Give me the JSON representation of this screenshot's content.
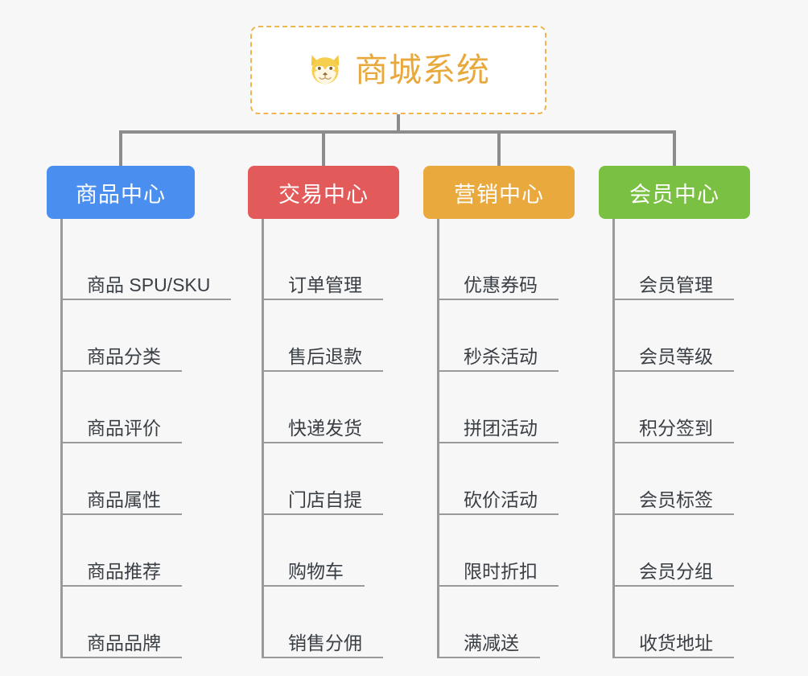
{
  "page": {
    "background_color": "#f7f7f7",
    "line_color": "#8c8c8c"
  },
  "root": {
    "title": "商城系统",
    "icon": "shiba-dog-icon",
    "text_color": "#e8a83c",
    "border_color": "#f0b450"
  },
  "branches": [
    {
      "label": "商品中心",
      "color": "#4a8ef0",
      "items": [
        "商品 SPU/SKU",
        "商品分类",
        "商品评价",
        "商品属性",
        "商品推荐",
        "商品品牌"
      ]
    },
    {
      "label": "交易中心",
      "color": "#e25a5a",
      "items": [
        "订单管理",
        "售后退款",
        "快递发货",
        "门店自提",
        "购物车",
        "销售分佣"
      ]
    },
    {
      "label": "营销中心",
      "color": "#eaa93c",
      "items": [
        "优惠券码",
        "秒杀活动",
        "拼团活动",
        "砍价活动",
        "限时折扣",
        "满减送"
      ]
    },
    {
      "label": "会员中心",
      "color": "#7ac143",
      "items": [
        "会员管理",
        "会员等级",
        "积分签到",
        "会员标签",
        "会员分组",
        "收货地址"
      ]
    }
  ]
}
